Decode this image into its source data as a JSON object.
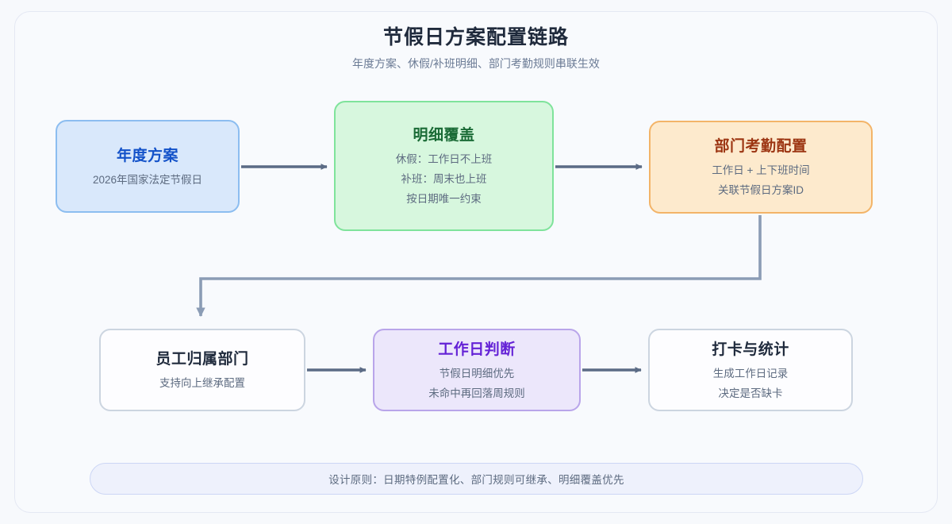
{
  "header": {
    "title": "节假日方案配置链路",
    "subtitle": "年度方案、休假/补班明细、部门考勤规则串联生效"
  },
  "nodes": [
    {
      "id": "annual",
      "title": "年度方案",
      "lines": [
        "2026年国家法定节假日"
      ],
      "accent": "#1352c9",
      "fill": "#d9e8fb",
      "border": "#8cbdf0"
    },
    {
      "id": "detail",
      "title": "明细覆盖",
      "lines": [
        "休假：工作日不上班",
        "补班：周末也上班",
        "按日期唯一约束"
      ],
      "accent": "#1a6b36",
      "fill": "#d7f7de",
      "border": "#7fe39b"
    },
    {
      "id": "dept",
      "title": "部门考勤配置",
      "lines": [
        "工作日 + 上下班时间",
        "关联节假日方案ID"
      ],
      "accent": "#9c3512",
      "fill": "#fdeacd",
      "border": "#f3b468"
    },
    {
      "id": "employee",
      "title": "员工归属部门",
      "lines": [
        "支持向上继承配置"
      ],
      "accent": "#1f2a3c",
      "fill": "#fdfdff",
      "border": "#ccd5e0"
    },
    {
      "id": "workday",
      "title": "工作日判断",
      "lines": [
        "节假日明细优先",
        "未命中再回落周规则"
      ],
      "accent": "#6422d6",
      "fill": "#ece7fb",
      "border": "#b9a5ea"
    },
    {
      "id": "clock",
      "title": "打卡与统计",
      "lines": [
        "生成工作日记录",
        "决定是否缺卡"
      ],
      "accent": "#1f2a3c",
      "fill": "#fdfdff",
      "border": "#ccd5e0"
    }
  ],
  "connectors": {
    "arrow_color": "#5b6b85",
    "elbow_color": "#8b9cb5"
  },
  "footer": {
    "note": "设计原则：日期特例配置化、部门规则可继承、明细覆盖优先"
  },
  "colors": {
    "page_background": "#f7f9fc",
    "card_background": "#f8fafd",
    "card_border": "#e4e8f3",
    "title_color": "#1f2a3c",
    "subtitle_color": "#6b7b95",
    "body_text_color": "#5d6b80",
    "footer_fill": "#eef1fc",
    "footer_border": "#ccd6f5"
  }
}
